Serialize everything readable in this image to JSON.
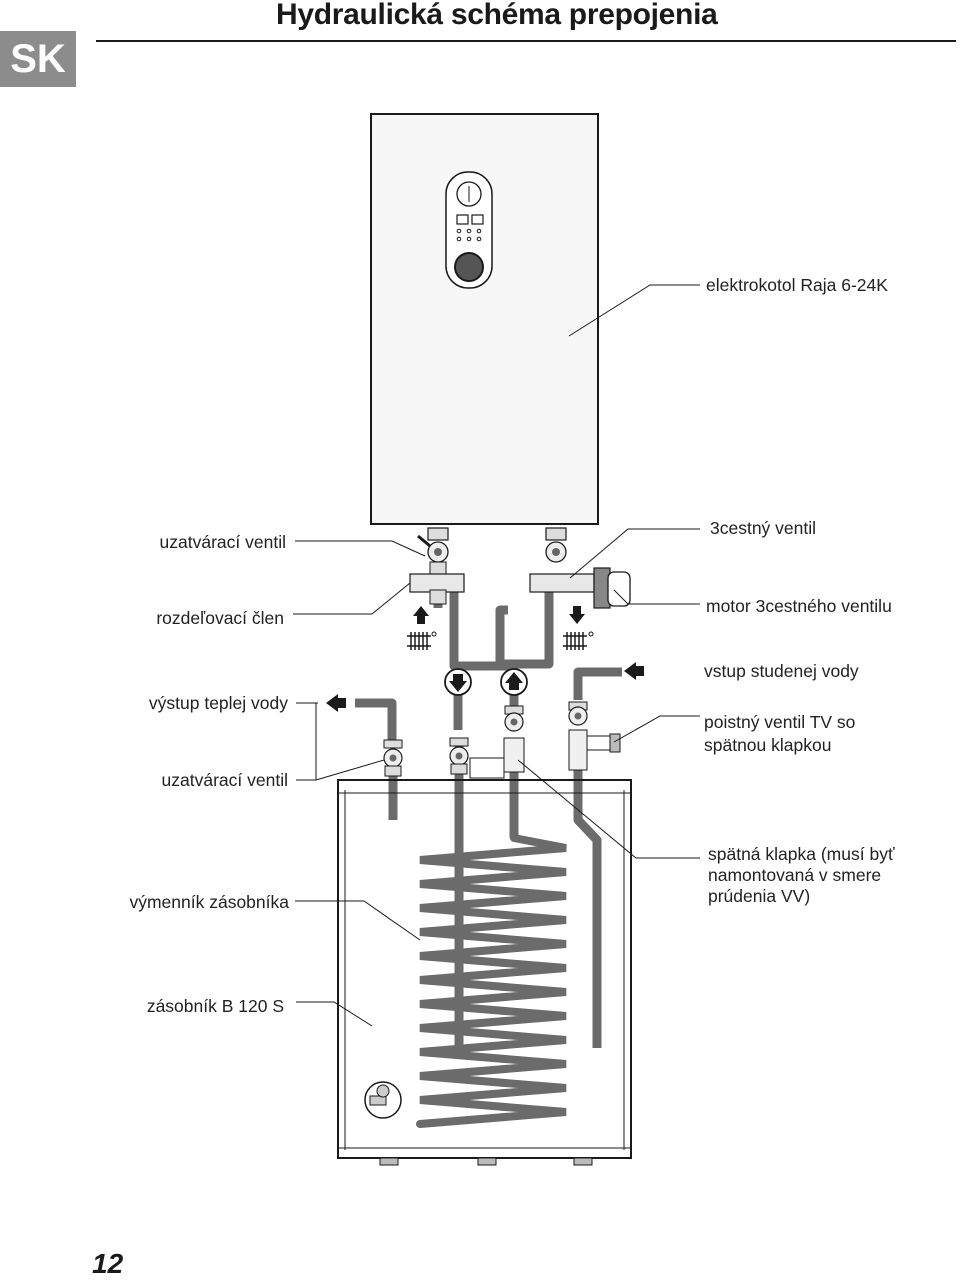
{
  "badge": "SK",
  "title": "Hydraulická schéma prepojenia",
  "page_number": "12",
  "labels": {
    "boiler": "elektrokotol Raja 6-24K",
    "shutoff_valve_top": "uzatvárací ventil",
    "three_way_valve": "3cestný ventil",
    "distributor": "rozdeľovací člen",
    "three_way_motor": "motor 3cestného ventilu",
    "hot_water_out": "výstup teplej vody",
    "cold_water_in": "vstup studenej vody",
    "safety_valve_line1": "poistný ventil TV so",
    "safety_valve_line2": "spätnou klapkou",
    "shutoff_valve_bottom": "uzatvárací ventil",
    "check_valve_line1": "spätná klapka (musí byť",
    "check_valve_line2": "namontovaná v smere",
    "check_valve_line3": "prúdenia VV)",
    "exchanger": "výmenník zásobníka",
    "tank": "zásobník B 120 S"
  },
  "colors": {
    "pipe": "#6b6b6b",
    "line": "#1a1a1a",
    "boiler_fill": "#f7f7f7",
    "badge": "#8c8c8c"
  }
}
